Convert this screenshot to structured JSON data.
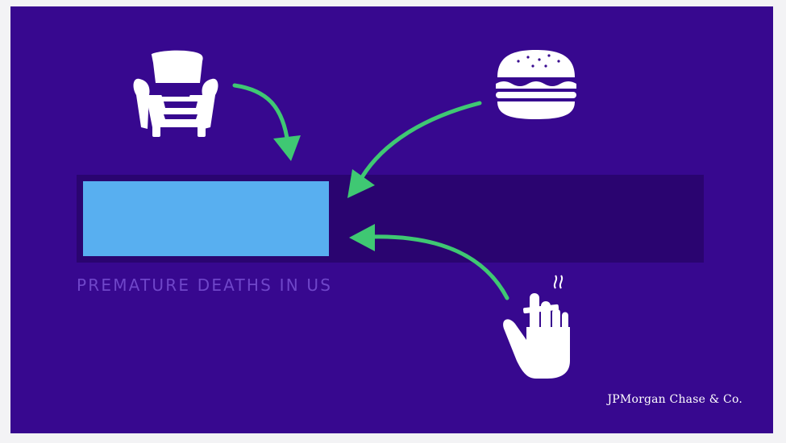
{
  "scene": {
    "bar_label": "PREMATURE DEATHS IN US",
    "bar_fill_fraction": 0.4,
    "logo_text": "JPMorgan Chase & Co."
  },
  "icons": {
    "armchair": "armchair-icon",
    "burger": "burger-icon",
    "smoking_hand": "smoking-hand-icon",
    "arrow": "curved-arrow-icon"
  },
  "colors": {
    "background": "#37088f",
    "bar_track": "#2a0470",
    "bar_fill": "#58aff0",
    "label": "#6f46c9",
    "arrow": "#3fc873",
    "icon": "#ffffff"
  }
}
